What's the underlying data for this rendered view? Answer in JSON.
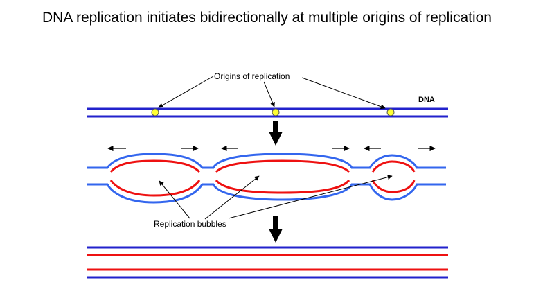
{
  "title": "DNA replication initiates bidirectionally at multiple origins of replication",
  "labels": {
    "origins": "Origins of replication",
    "dna": "DNA",
    "bubbles": "Replication bubbles"
  },
  "colors": {
    "parental_strand": "#2222cc",
    "bubble_parental": "#3366ee",
    "new_strand": "#ee1111",
    "origin_marker": "#ffff33",
    "arrow": "#000000"
  }
}
